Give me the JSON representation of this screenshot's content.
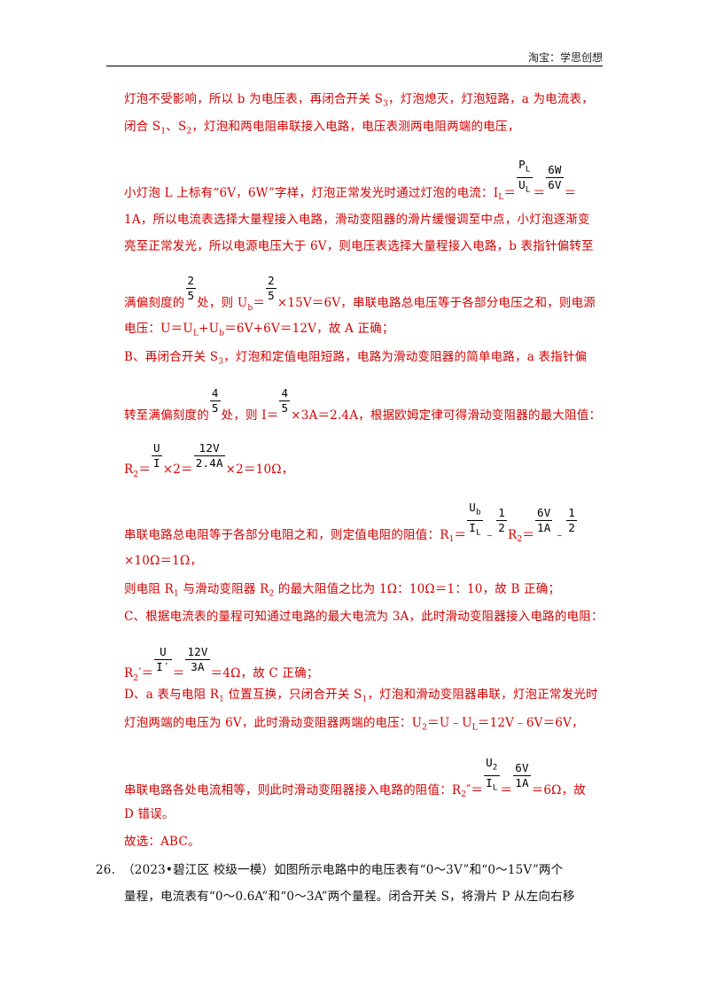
{
  "header": {
    "text": "淘宝：学思创想"
  },
  "lines": {
    "l1": "灯泡不受影响，所以 b 为电压表，再闭合开关 S",
    "l1_sub": "3",
    "l1b": "，灯泡熄灭，灯泡短路，a 为电流表，",
    "l2a": "闭合 S",
    "l2_sub1": "1",
    "l2b": "、S",
    "l2_sub2": "2",
    "l2c": "，灯泡和两电阻串联接入电路，电压表测两电阻两端的电压，",
    "l3a": "小灯泡 L 上标有“6V，6W”字样，灯泡正常发光时通过灯泡的电流：I",
    "l3_sub": "L",
    "l3b": "＝",
    "l3_frac1_n": "P",
    "l3_frac1_nsub": "L",
    "l3_frac1_d": "U",
    "l3_frac1_dsub": "L",
    "l3_eq": "＝",
    "l3_frac2_n": "6W",
    "l3_frac2_d": "6V",
    "l3_end": "＝",
    "l4": "1A，所以电流表选择大量程接入电路，滑动变阻器的滑片缓慢调至中点，小灯泡逐渐变",
    "l5": "亮至正常发光，所以电源电压大于 6V，则电压表选择大量程接入电路，b 表指针偏转至",
    "l6a": "满偏刻度的",
    "l6_frac1_n": "2",
    "l6_frac1_d": "5",
    "l6b": "处，则 U",
    "l6_sub": "b",
    "l6c": "＝",
    "l6_frac2_n": "2",
    "l6_frac2_d": "5",
    "l6d": "×15V＝6V，串联电路总电压等于各部分电压之和，则电源",
    "l7a": "电压：U＝U",
    "l7_sub1": "L",
    "l7b": "+U",
    "l7_sub2": "b",
    "l7c": "＝6V+6V＝12V，故 A 正确；",
    "l8": "B、再闭合开关 S",
    "l8_sub": "3",
    "l8b": "，灯泡和定值电阻短路，电路为滑动变阻器的简单电路，a 表指针偏",
    "l9a": "转至满偏刻度的",
    "l9_frac1_n": "4",
    "l9_frac1_d": "5",
    "l9b": "处，则 I＝",
    "l9_frac2_n": "4",
    "l9_frac2_d": "5",
    "l9c": "×3A＝2.4A，根据欧姆定律可得滑动变阻器的最大阻值：",
    "l10a": "R",
    "l10_sub": "2",
    "l10b": "＝",
    "l10_frac1_n": "U",
    "l10_frac1_d": "I",
    "l10c": "×2＝",
    "l10_frac2_n": "12V",
    "l10_frac2_d": "2.4A",
    "l10d": "×2＝10Ω，",
    "l11a": "串联电路总电阻等于各部分电阻之和，则定值电阻的阻值：R",
    "l11_sub": "1",
    "l11b": "＝",
    "l11_frac1_n": "U",
    "l11_frac1_nsub": "b",
    "l11_frac1_d": "I",
    "l11_frac1_dsub": "L",
    "l11c": "﹣",
    "l11_frac2_n": "1",
    "l11_frac2_d": "2",
    "l11d": "R",
    "l11_sub2": "2",
    "l11e": "＝",
    "l11_frac3_n": "6V",
    "l11_frac3_d": "1A",
    "l11f": "﹣",
    "l11_frac4_n": "1",
    "l11_frac4_d": "2",
    "l12": "×10Ω＝1Ω，",
    "l13a": "则电阻 R",
    "l13_sub1": "1",
    "l13b": " 与滑动变阻器 R",
    "l13_sub2": "2",
    "l13c": " 的最大阻值之比为 1Ω：10Ω＝1：10，故 B 正确；",
    "l14": "C、根据电流表的量程可知通过电路的最大电流为 3A，此时滑动变阻器接入电路的电阻：",
    "l15a": "R",
    "l15_sub": "2",
    "l15b": "′＝",
    "l15_frac1_n": "U",
    "l15_frac1_d": "I′",
    "l15c": "＝",
    "l15_frac2_n": "12V",
    "l15_frac2_d": "3A",
    "l15d": "＝4Ω，故 C 正确；",
    "l16a": "D、a 表与电阻 R",
    "l16_sub": "1",
    "l16b": " 位置互换，只闭合开关 S",
    "l16_sub2": "1",
    "l16c": "，灯泡和滑动变阻器串联，灯泡正常发光时",
    "l17a": "灯泡两端的电压为 6V，此时滑动变阻器两端的电压：U",
    "l17_sub1": "2",
    "l17b": "＝U﹣U",
    "l17_sub2": "L",
    "l17c": "＝12V﹣6V＝6V，",
    "l18a": "串联电路各处电流相等，则此时滑动变阻器接入电路的阻值：R",
    "l18_sub": "2",
    "l18b": "″＝",
    "l18_frac1_n": "U",
    "l18_frac1_nsub": "2",
    "l18_frac1_d": "I",
    "l18_frac1_dsub": "L",
    "l18c": "＝",
    "l18_frac2_n": "6V",
    "l18_frac2_d": "1A",
    "l18d": "＝6Ω，故",
    "l19": "D 错误。",
    "l20": "故选：ABC。",
    "l21_num": "26.",
    "l21": "（2023•碧江区  校级一模）如图所示电路中的电压表有“0～3V”和“0～15V”两个",
    "l22": "量程，电流表有“0～0.6A”和“0～3A”两个量程。闭合开关 S，将滑片 P 从左向右移"
  }
}
